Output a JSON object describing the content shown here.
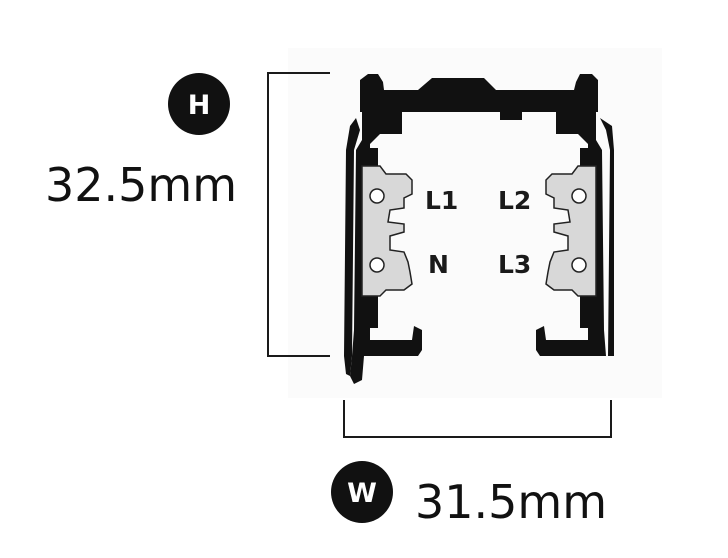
{
  "height_badge": {
    "letter": "H",
    "dimension": "32.5mm"
  },
  "width_badge": {
    "letter": "W",
    "dimension": "31.5mm"
  },
  "conductor_labels": {
    "l1": "L1",
    "n": "N",
    "l2": "L2",
    "l3": "L3"
  },
  "colors": {
    "profile": "#111111",
    "contacts": "#d8d8d8",
    "background": "#ffffff"
  }
}
